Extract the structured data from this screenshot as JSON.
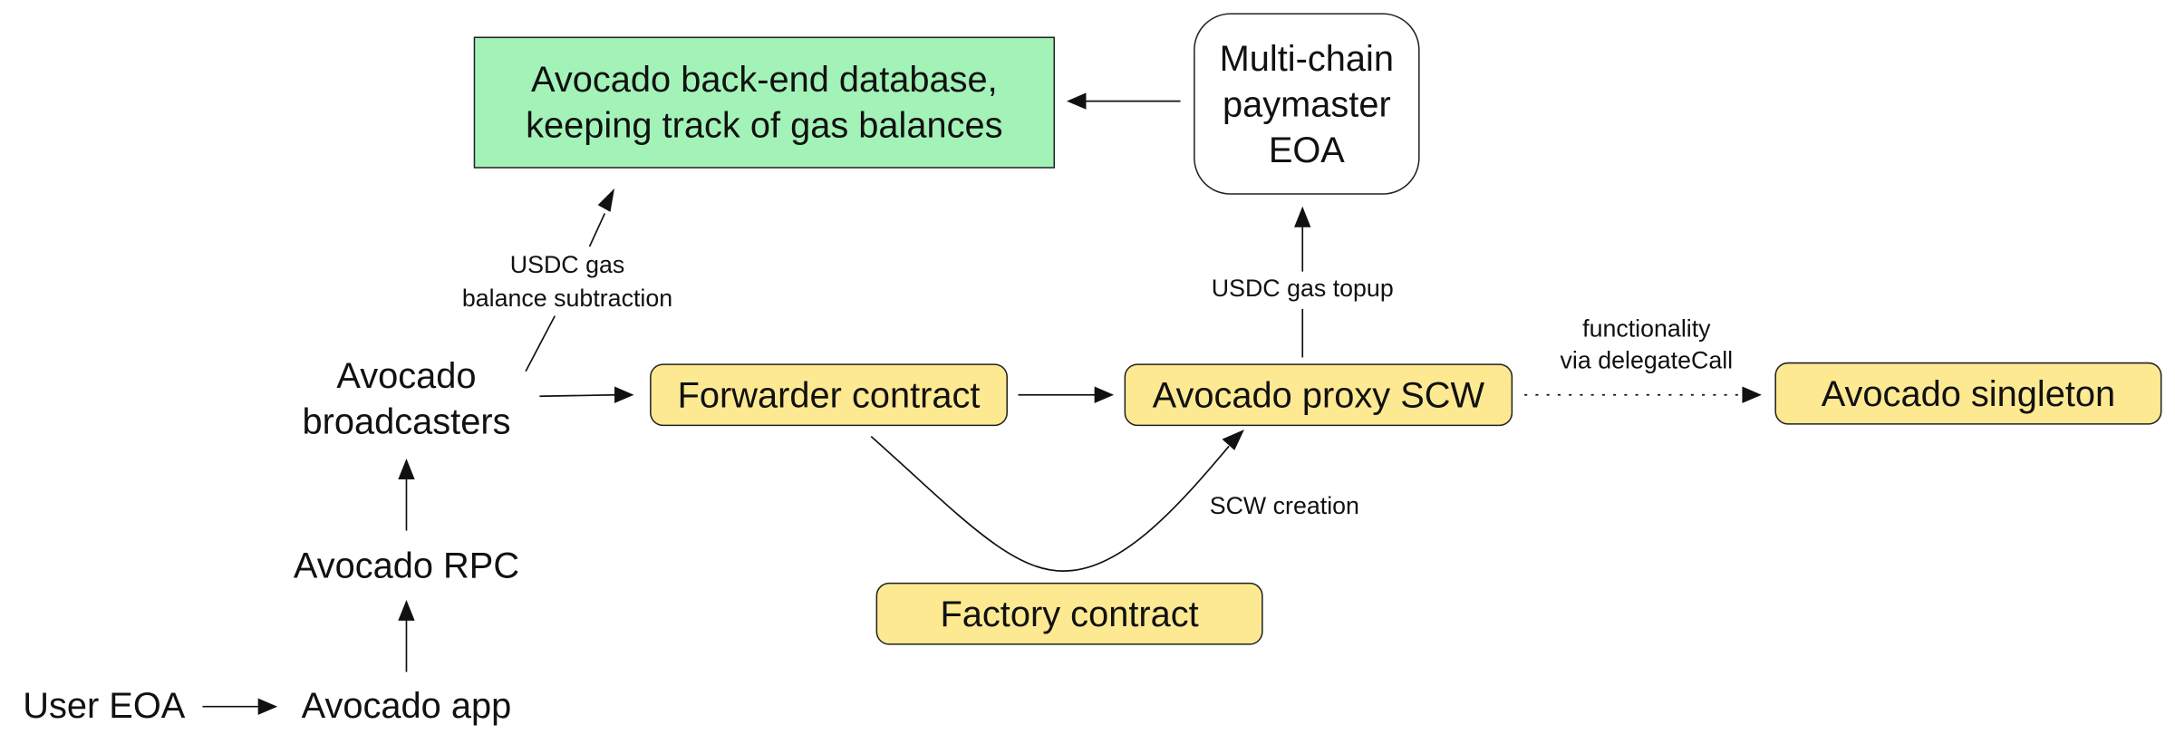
{
  "diagram": {
    "title": "Avocado architecture",
    "colors": {
      "contract_fill": "#fde992",
      "database_fill": "#a3f3b8",
      "paymaster_fill": "#ffffff",
      "stroke": "#222222"
    },
    "nodes": {
      "database": {
        "lines": [
          "Avocado back-end database,",
          "keeping track of gas balances"
        ],
        "style": "green-rect"
      },
      "paymaster": {
        "lines": [
          "Multi-chain",
          "paymaster",
          "EOA"
        ],
        "style": "white-rounded"
      },
      "broadcasters": {
        "lines": [
          "Avocado",
          "broadcasters"
        ],
        "style": "plain-text"
      },
      "forwarder": {
        "label": "Forwarder contract",
        "style": "yellow-rounded"
      },
      "proxy": {
        "label": "Avocado proxy SCW",
        "style": "yellow-rounded"
      },
      "singleton": {
        "label": "Avocado singleton",
        "style": "yellow-rounded"
      },
      "factory": {
        "label": "Factory contract",
        "style": "yellow-rounded"
      },
      "rpc": {
        "label": "Avocado RPC",
        "style": "plain-text"
      },
      "app": {
        "label": "Avocado app",
        "style": "plain-text"
      },
      "user": {
        "label": "User EOA",
        "style": "plain-text"
      }
    },
    "edges": [
      {
        "from": "user",
        "to": "app",
        "label": "",
        "style": "solid"
      },
      {
        "from": "app",
        "to": "rpc",
        "label": "",
        "style": "solid"
      },
      {
        "from": "rpc",
        "to": "broadcasters",
        "label": "",
        "style": "solid"
      },
      {
        "from": "broadcasters",
        "to": "database",
        "label_lines": [
          "USDC gas",
          "balance subtraction"
        ],
        "style": "solid"
      },
      {
        "from": "broadcasters",
        "to": "forwarder",
        "label": "",
        "style": "solid"
      },
      {
        "from": "forwarder",
        "to": "proxy",
        "label": "",
        "style": "solid"
      },
      {
        "from": "forwarder",
        "to": "proxy",
        "via": "factory",
        "label": "SCW creation",
        "style": "solid-curve"
      },
      {
        "from": "proxy",
        "to": "paymaster",
        "label": "USDC gas topup",
        "style": "solid"
      },
      {
        "from": "paymaster",
        "to": "database",
        "label": "",
        "style": "solid"
      },
      {
        "from": "proxy",
        "to": "singleton",
        "label_lines": [
          "functionality",
          "via delegateCall"
        ],
        "style": "dotted"
      }
    ]
  }
}
